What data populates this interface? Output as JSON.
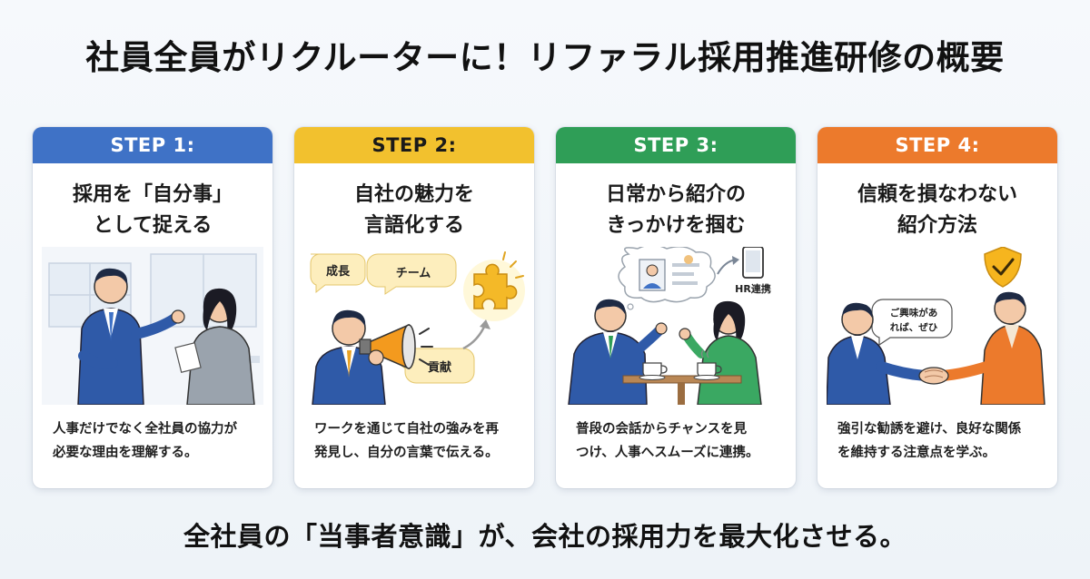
{
  "title": "社員全員がリクルーターに！リファラル採用推進研修の概要",
  "steps": [
    {
      "label": "STEP 1:",
      "color": "#3f72c6",
      "title_line1": "採用を「自分事」",
      "title_line2": "として捉える",
      "text_line1": "人事だけでなく全社員の協力が",
      "text_line2": "必要な理由を理解する。"
    },
    {
      "label": "STEP 2:",
      "color": "#f2c12e",
      "title_line1": "自社の魅力を",
      "title_line2": "言語化する",
      "text_line1": "ワークを通じて自社の強みを再",
      "text_line2": "発見し、自分の言葉で伝える。",
      "bubbles": [
        "成長",
        "チーム",
        "貢献"
      ]
    },
    {
      "label": "STEP 3:",
      "color": "#2f9e57",
      "title_line1": "日常から紹介の",
      "title_line2": "きっかけを掴む",
      "text_line1": "普段の会話からチャンスを見",
      "text_line2": "つけ、人事へスムーズに連携。",
      "phone_label": "HR連携"
    },
    {
      "label": "STEP 4:",
      "color": "#ec7a2c",
      "title_line1": "信頼を損なわない",
      "title_line2": "紹介方法",
      "text_line1": "強引な勧誘を避け、良好な関係",
      "text_line2": "を維持する注意点を学ぶ。",
      "bubble_line1": "ご興味があ",
      "bubble_line2": "れば、ぜひ"
    }
  ],
  "footer": "全社員の「当事者意識」が、会社の採用力を最大化させる。",
  "icons": [
    "megaphone-icon",
    "puzzle-icon",
    "smartphone-icon",
    "shield-check-icon",
    "handshake-icon",
    "coffee-cup-icon"
  ]
}
